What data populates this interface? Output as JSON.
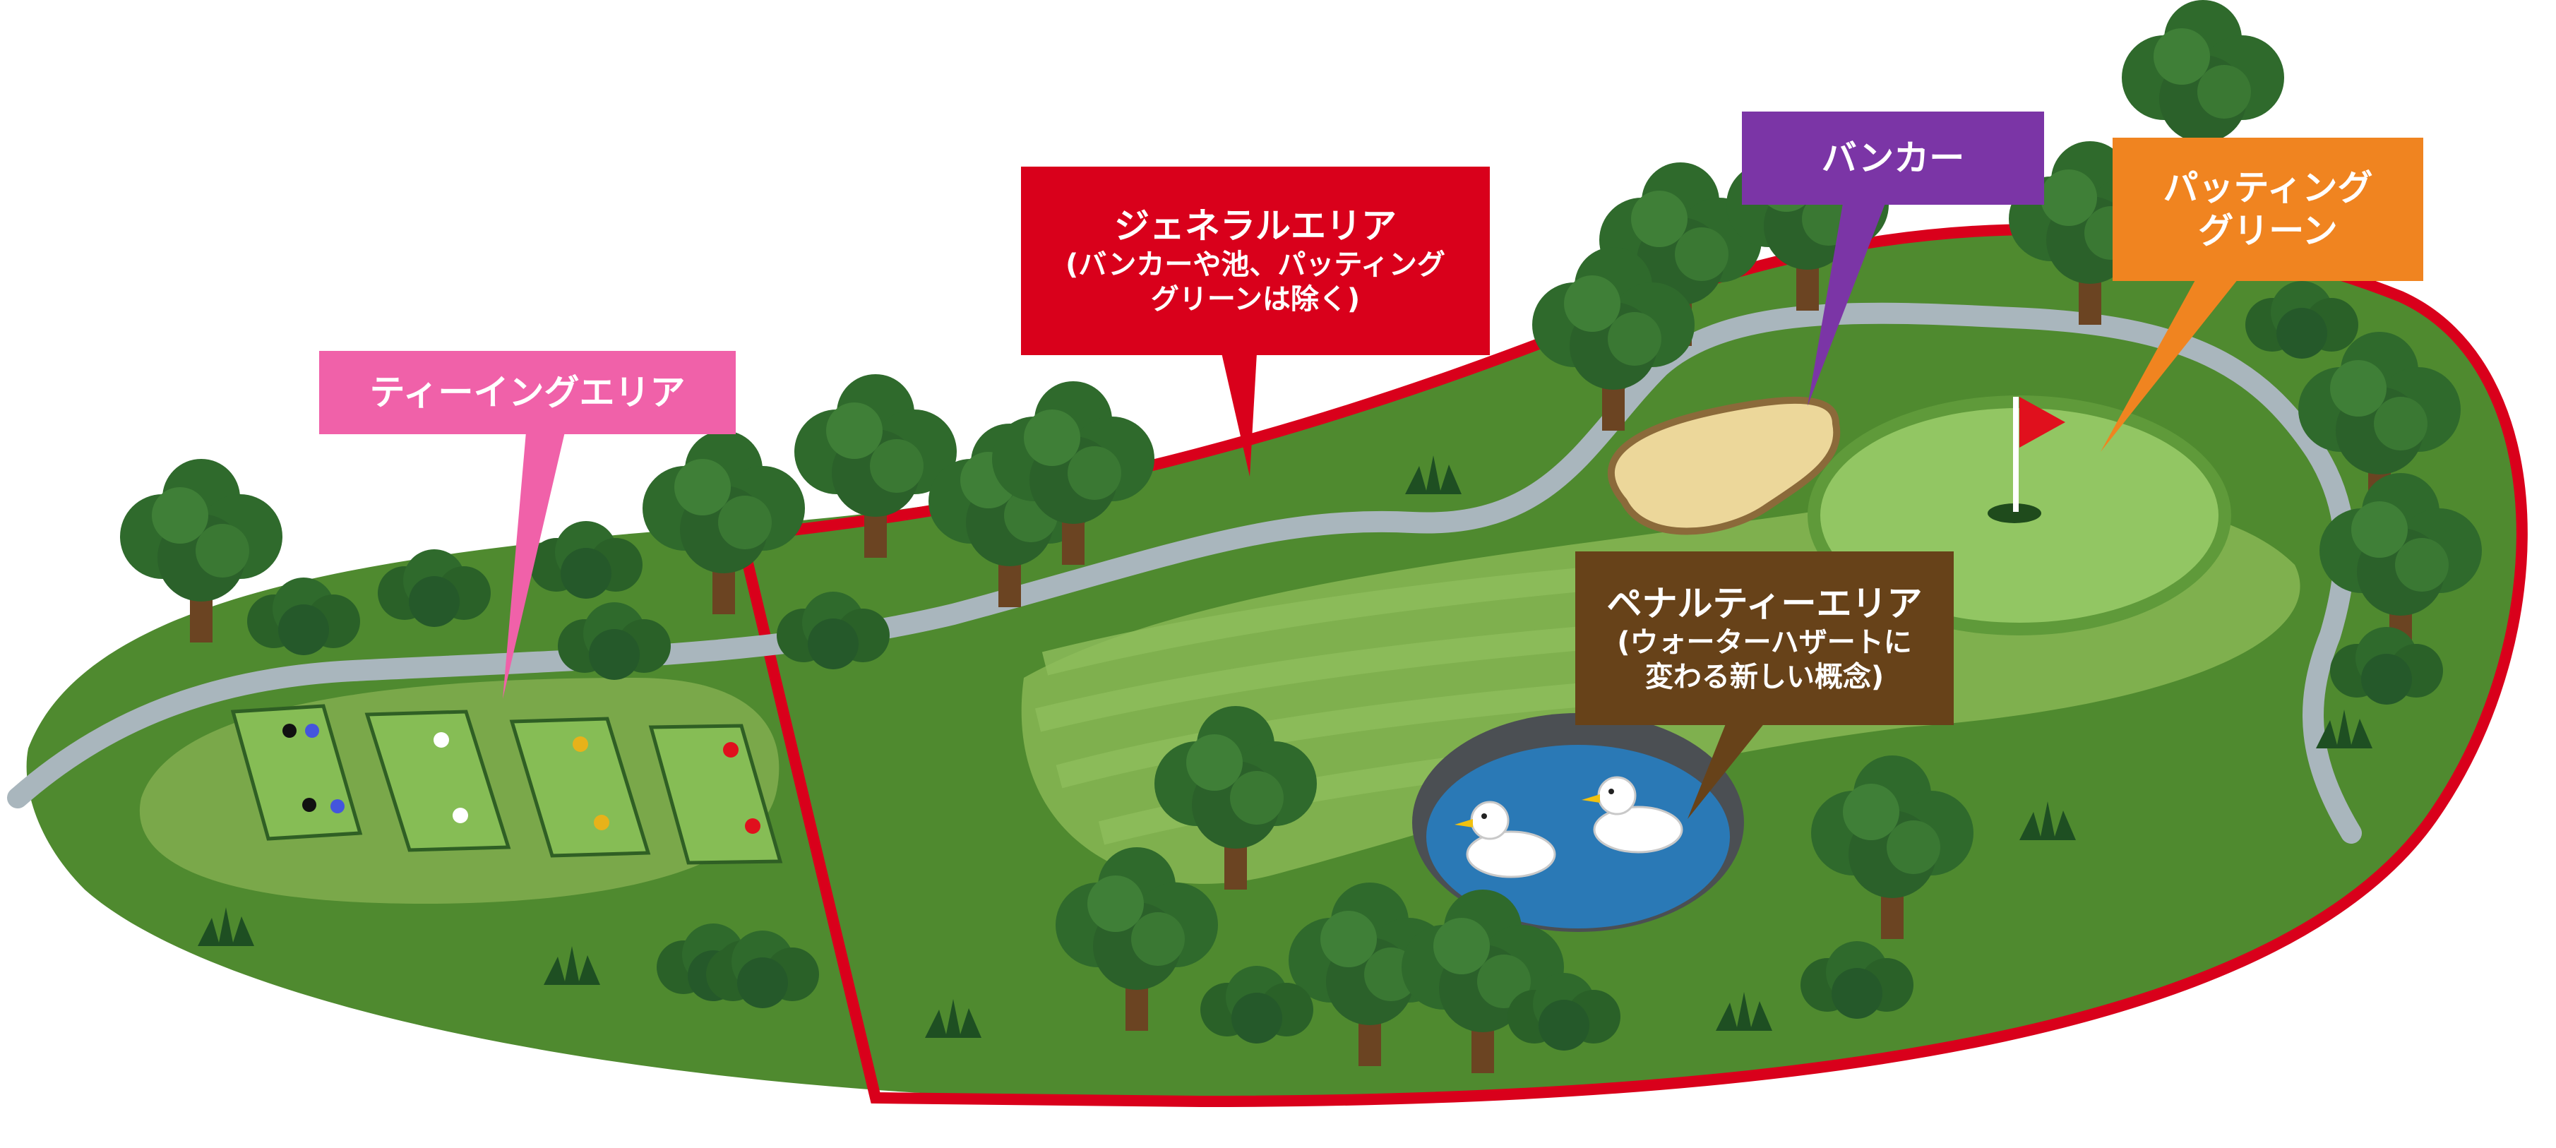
{
  "labels": {
    "teeing_area": "ティーイングエリア",
    "general_area": {
      "title": "ジェネラルエリア",
      "sub_line1": "(バンカーや池、パッティング",
      "sub_line2": "グリーンは除く)"
    },
    "bunker": "バンカー",
    "putting_green": {
      "line1": "パッティング",
      "line2": "グリーン"
    },
    "penalty_area": {
      "title": "ペナルティーエリア",
      "sub_line1": "(ウォーターハザートに",
      "sub_line2": "変わる新しい概念)"
    }
  },
  "colors": {
    "teeing_area": "#f061a9",
    "general_area": "#d9001b",
    "bunker": "#7b35a6",
    "putting_green": "#f08420",
    "penalty_area": "#674219",
    "fairway": "#7fb04e",
    "rough": "#4f8a2f",
    "water": "#2a79b6",
    "path": "#a9b6bd",
    "sand": "#ecd79a"
  },
  "tee_markers": [
    {
      "colors": [
        "#111111",
        "#4455dd"
      ]
    },
    {
      "colors": [
        "#ffffff"
      ]
    },
    {
      "colors": [
        "#e7b21a"
      ]
    },
    {
      "colors": [
        "#e0101d"
      ]
    }
  ]
}
